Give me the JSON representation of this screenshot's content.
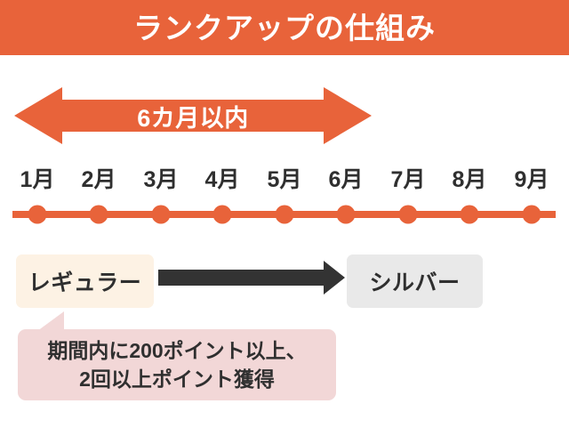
{
  "header": {
    "title": "ランクアップの仕組み",
    "background_color": "#e8633a",
    "text_color": "#ffffff"
  },
  "duration": {
    "label": "6カ月以内",
    "arrow_icon": "double-headed-arrow-icon",
    "color": "#e8633a",
    "text_color": "#ffffff"
  },
  "timeline": {
    "months": [
      {
        "label": "1月"
      },
      {
        "label": "2月"
      },
      {
        "label": "3月"
      },
      {
        "label": "4月"
      },
      {
        "label": "5月"
      },
      {
        "label": "6月"
      },
      {
        "label": "7月"
      },
      {
        "label": "8月"
      },
      {
        "label": "9月"
      }
    ],
    "line_color": "#e8633a",
    "dot_color": "#e8633a",
    "label_color": "#2f2f2f"
  },
  "rank_progression": {
    "from": {
      "label": "レギュラー",
      "background_color": "#fdf2e4"
    },
    "to": {
      "label": "シルバー",
      "background_color": "#e9e9e9"
    },
    "arrow_icon": "right-arrow-icon",
    "arrow_color": "#333333"
  },
  "condition": {
    "line1": "期間内に200ポイント以上、",
    "line2": "2回以上ポイント獲得",
    "background_color": "#f2d7d7",
    "text_color": "#2f2f2f",
    "pointer_icon": "callout-tail-icon"
  }
}
